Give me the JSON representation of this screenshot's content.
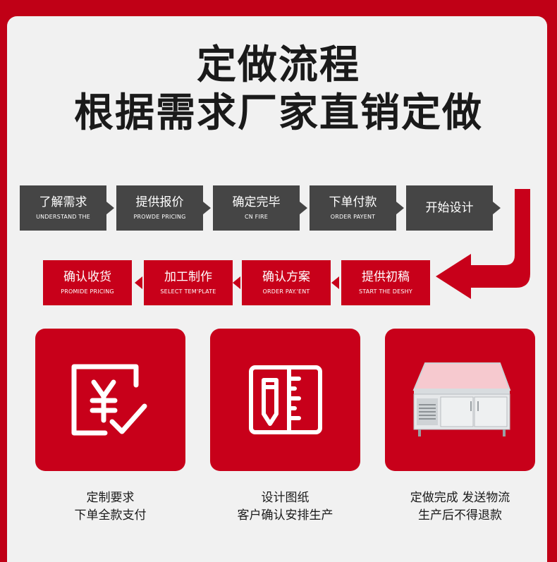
{
  "header": {
    "title_line1": "定做流程",
    "title_line2": "根据需求厂家直销定做"
  },
  "flow_row1": [
    {
      "zh": "了解需求",
      "en": "UNDERSTAND THE"
    },
    {
      "zh": "提供报价",
      "en": "PROWDE PRICING"
    },
    {
      "zh": "确定完毕",
      "en": "CN FIRE"
    },
    {
      "zh": "下单付款",
      "en": "ORDER PAYENT"
    },
    {
      "zh": "开始设计",
      "en": ""
    }
  ],
  "flow_row2": [
    {
      "zh": "确认收货",
      "en": "PROMIDE PRICING"
    },
    {
      "zh": "加工制作",
      "en": "SELECT TEM'PLATE"
    },
    {
      "zh": "确认方案",
      "en": "ORDER PAY.'ENT"
    },
    {
      "zh": "提供初稿",
      "en": "START THE DESHY"
    }
  ],
  "features": [
    {
      "icon": "yen-check-icon",
      "line1": "定制要求",
      "line2": "下单全款支付"
    },
    {
      "icon": "pencil-ruler-icon",
      "line1": "设计图纸",
      "line2": "客户确认安排生产"
    },
    {
      "icon": "refrigerator-icon",
      "line1": "定做完成 发送物流",
      "line2": "生产后不得退款"
    }
  ],
  "colors": {
    "brand_red": "#c8001a",
    "dark_gray": "#454545",
    "background": "#f1f1f1"
  }
}
